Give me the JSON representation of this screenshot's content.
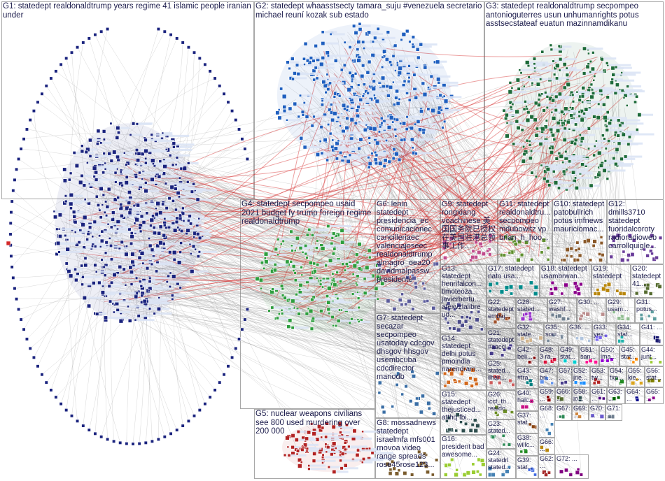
{
  "groups": [
    {
      "id": "G1",
      "text": "G1: statedept realdonaldtrump years regime 41 islamic people iranian under",
      "color": "#1a237e"
    },
    {
      "id": "G2",
      "text": "G2: statedept whaasstsecty tamara_suju #venezuela secretario michael reuní kozak sub estado",
      "color": "#1f5fbf"
    },
    {
      "id": "G3",
      "text": "G3: statedept realdonaldtrump secpompeo antonioguterres usun unhumanrights potus asstsecstateaf euatun mazinnamdikanu",
      "color": "#1e6b3a"
    },
    {
      "id": "G4",
      "text": "G4: statedept secpompeo usaid 2021 budget fy trump foreign regime realdonaldtrump",
      "color": "#2e9e3e"
    },
    {
      "id": "G5",
      "text": "G5: nuclear weapons civilians see 800 used murdering over 200 000",
      "color": "#b22222"
    },
    {
      "id": "G6",
      "text": "G6: lenin statedept presidencia_ec comunicacionec cancilleriaec valenciajoseec realdonaldtrump almagro_oea20 davidmalpassw... presidente",
      "color": "#5b5b9b"
    },
    {
      "id": "G7",
      "text": "G7: statedept secazar secpompeo usatoday cdcgov dhsgov hhsgov usembcuba cdcdirector mariodb",
      "color": "#3a6ea5"
    },
    {
      "id": "G8",
      "text": "G8: mossadnews statedept israelmfa mfs001 rnovoa video range spreads rose45rose123...",
      "color": "#7a5c2e"
    },
    {
      "id": "G9",
      "text": "G9: statedept rongxiang voachinese 美国国务院已授权在美国驻港总领事工作...",
      "color": "#c04c8c"
    },
    {
      "id": "G10",
      "text": "G10: statedept patobullrich potus imfnews mauriciomac...",
      "color": "#8b5a2b"
    },
    {
      "id": "G11",
      "text": "G11: statedept realdonaldtru... secpompeo mdubowitz vp brian_h_hoo...",
      "color": "#5f8f2f"
    },
    {
      "id": "G12",
      "text": "G12: dmills3710 statedept fuoridalcoroty radioradioweb carrollquigle...",
      "color": "#6a3d9a"
    },
    {
      "id": "G13",
      "text": "G13: statedept henrifalcon... timoteoza... javierbertu... afexvzlalibre ud...",
      "color": "#4a4a8a"
    },
    {
      "id": "G14",
      "text": "G14: statedept delhi potus pmoindia narendram...",
      "color": "#d2691e"
    },
    {
      "id": "G15",
      "text": "G15: statedept thejusticed... atthq fbi...",
      "color": "#2f4f4f"
    },
    {
      "id": "G16",
      "text": "G16: president bad awesome...",
      "color": "#9acd32"
    },
    {
      "id": "G17",
      "text": "G17: statedept nato usa...",
      "color": "#008b8b"
    },
    {
      "id": "G18",
      "text": "G18: statedept usambrwan...",
      "color": "#8b008b"
    },
    {
      "id": "G19",
      "text": "G19: statedept",
      "color": "#b8860b"
    },
    {
      "id": "G20",
      "text": "G20: statedept 41...",
      "color": "#556b2f"
    },
    {
      "id": "G21",
      "text": "G21: statedept #aaccl...",
      "color": "#483d8b"
    },
    {
      "id": "G22",
      "text": "G22: statedept embaj...",
      "color": "#a0522d"
    },
    {
      "id": "G23",
      "text": "G23: stated...",
      "color": "#2e8b57"
    },
    {
      "id": "G24",
      "text": "G24: statedrl stated...",
      "color": "#4682b4"
    },
    {
      "id": "G25",
      "text": "G25: stated... ilhan...",
      "color": "#cd5c5c"
    },
    {
      "id": "G26",
      "text": "G26: icct_th... realdo...",
      "color": "#6b8e23"
    },
    {
      "id": "G27",
      "text": "G27: washf...",
      "color": "#708090"
    },
    {
      "id": "G28",
      "text": "G28: stated...",
      "color": "#9932cc"
    },
    {
      "id": "G29",
      "text": "G29: usam...",
      "color": "#8fbc8f"
    },
    {
      "id": "G30",
      "text": "G30: ...",
      "color": "#bc8f8f"
    },
    {
      "id": "G31",
      "text": "G31: potus...",
      "color": "#5f9ea0"
    },
    {
      "id": "G32",
      "text": "G32: state...",
      "color": "#d2b48c"
    },
    {
      "id": "G33",
      "text": "G33: yes...",
      "color": "#7b68ee"
    },
    {
      "id": "G34",
      "text": "G34: stat...",
      "color": "#20b2aa"
    },
    {
      "id": "G35",
      "text": "G35: soci...",
      "color": "#778899"
    },
    {
      "id": "G36",
      "text": "G36: ...",
      "color": "#b0c4de"
    },
    {
      "id": "G37",
      "text": "G37: stat...",
      "color": "#8b4513"
    },
    {
      "id": "G38",
      "text": "G38: willc...",
      "color": "#228b22"
    },
    {
      "id": "G39",
      "text": "G39: stat...",
      "color": "#4169e1"
    },
    {
      "id": "G40",
      "text": "G40: halc...",
      "color": "#c71585"
    },
    {
      "id": "G41",
      "text": "G41: ...",
      "color": "#191970"
    },
    {
      "id": "G42",
      "text": "G42: beli...",
      "color": "#800000"
    },
    {
      "id": "G43",
      "text": "G43: #fra...",
      "color": "#008080"
    },
    {
      "id": "G44",
      "text": "G44: junt...",
      "color": "#9acd32"
    },
    {
      "id": "G45",
      "text": "G45: stat...",
      "color": "#ff8c00"
    },
    {
      "id": "G47",
      "text": "G47: bri...",
      "color": "#6495ed"
    },
    {
      "id": "G48",
      "text": "G48: 3 ra...",
      "color": "#dc143c"
    },
    {
      "id": "G49",
      "text": "G49: stat...",
      "color": "#00ced1"
    },
    {
      "id": "G50",
      "text": "G50: ima...",
      "color": "#9400d3"
    },
    {
      "id": "G51",
      "text": "G51: san...",
      "color": "#ff1493"
    },
    {
      "id": "G52",
      "text": "G52: jne...",
      "color": "#1e90ff"
    },
    {
      "id": "G53",
      "text": "G53: tw...",
      "color": "#b22222"
    },
    {
      "id": "G54",
      "text": "G54: txp...",
      "color": "#228b22"
    },
    {
      "id": "G55",
      "text": "G55: kie...",
      "color": "#daa520"
    },
    {
      "id": "G56",
      "text": "G56: stat...",
      "color": "#808000"
    },
    {
      "id": "G57",
      "text": "G57: ...",
      "color": "#483d8b"
    },
    {
      "id": "G58",
      "text": "G58: jo...",
      "color": "#2f4f4f"
    },
    {
      "id": "G59",
      "text": "G59: ...",
      "color": "#8b0000"
    },
    {
      "id": "G60",
      "text": "G60: ...",
      "color": "#556b2f"
    },
    {
      "id": "G61",
      "text": "G61: ...",
      "color": "#4b0082"
    },
    {
      "id": "G62",
      "text": "G62: ...",
      "color": "#a52a2a"
    },
    {
      "id": "G63",
      "text": "G63: ...",
      "color": "#006400"
    },
    {
      "id": "G64",
      "text": "G64: ...",
      "color": "#00008b"
    },
    {
      "id": "G65",
      "text": "G65: ...",
      "color": "#8b008b"
    },
    {
      "id": "G66",
      "text": "G66: ...",
      "color": "#b8860b"
    },
    {
      "id": "G67",
      "text": "G67: ...",
      "color": "#2e8b57"
    },
    {
      "id": "G68",
      "text": "G68: ...",
      "color": "#4682b4"
    },
    {
      "id": "G69",
      "text": "G69: ...",
      "color": "#cd853f"
    },
    {
      "id": "G70",
      "text": "G70: ...",
      "color": "#6a5acd"
    },
    {
      "id": "G71",
      "text": "G71: ...",
      "color": "#708090"
    },
    {
      "id": "G72",
      "text": "G72: ...",
      "color": "#800080"
    }
  ]
}
